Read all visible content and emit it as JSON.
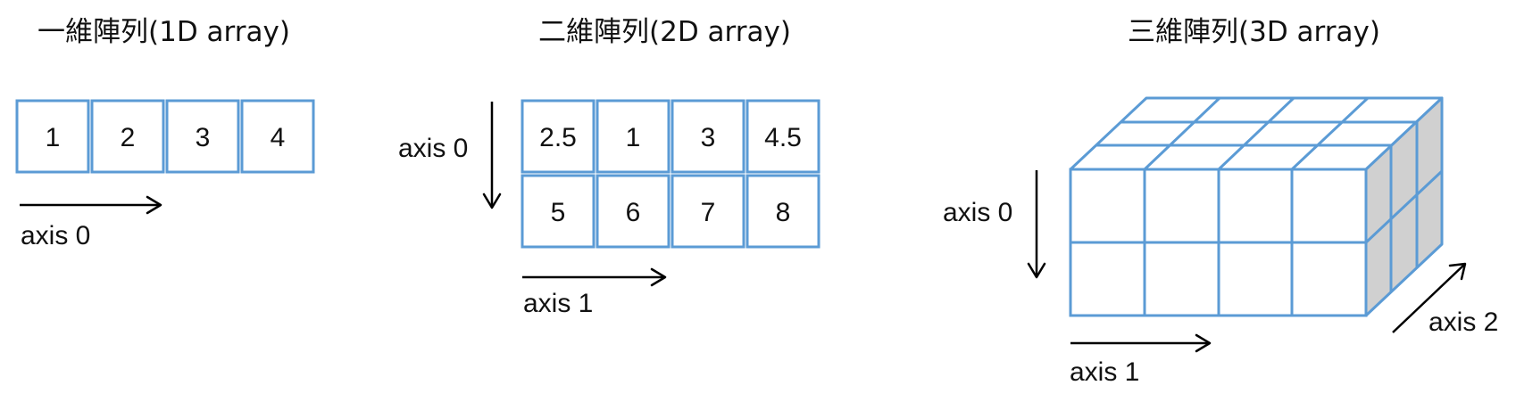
{
  "colors": {
    "grid": "#5b9bd5",
    "side_face": "#d0d0d0",
    "text": "#111111",
    "arrow": "#000000"
  },
  "panels": {
    "d1": {
      "title": "一維陣列(1D array)",
      "cells": [
        "1",
        "2",
        "3",
        "4"
      ],
      "axis0": "axis 0"
    },
    "d2": {
      "title": "二維陣列(2D array)",
      "rows": [
        [
          "2.5",
          "1",
          "3",
          "4.5"
        ],
        [
          "5",
          "6",
          "7",
          "8"
        ]
      ],
      "axis0": "axis 0",
      "axis1": "axis 1"
    },
    "d3": {
      "title": "三維陣列(3D array)",
      "axis0": "axis 0",
      "axis1": "axis 1",
      "axis2": "axis 2"
    }
  }
}
